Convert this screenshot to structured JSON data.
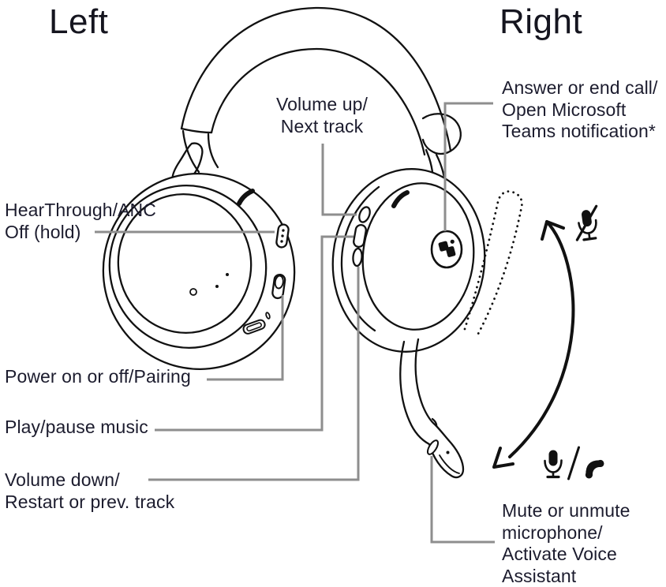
{
  "headings": {
    "left": "Left",
    "right": "Right"
  },
  "labels": {
    "volume_up": "Volume up/\nNext track",
    "answer": "Answer or end call/\nOpen Microsoft\nTeams notification*",
    "hearthrough": "HearThrough/ANC\nOff (hold)",
    "power": "Power on or off/Pairing",
    "play": "Play/pause music",
    "volume_down": "Volume down/\nRestart or prev. track",
    "mute": "Mute or unmute\nmicrophone/\nActivate Voice\nAssistant"
  },
  "icons": {
    "mic_muted": "microphone-muted",
    "mic": "microphone",
    "slash": "/",
    "call": "phone-handset",
    "teams": "microsoft-teams-logo"
  },
  "colors": {
    "line_art": "#111111",
    "leader_line": "#8e8e8e",
    "text": "#1c1c2e",
    "background": "#ffffff"
  }
}
